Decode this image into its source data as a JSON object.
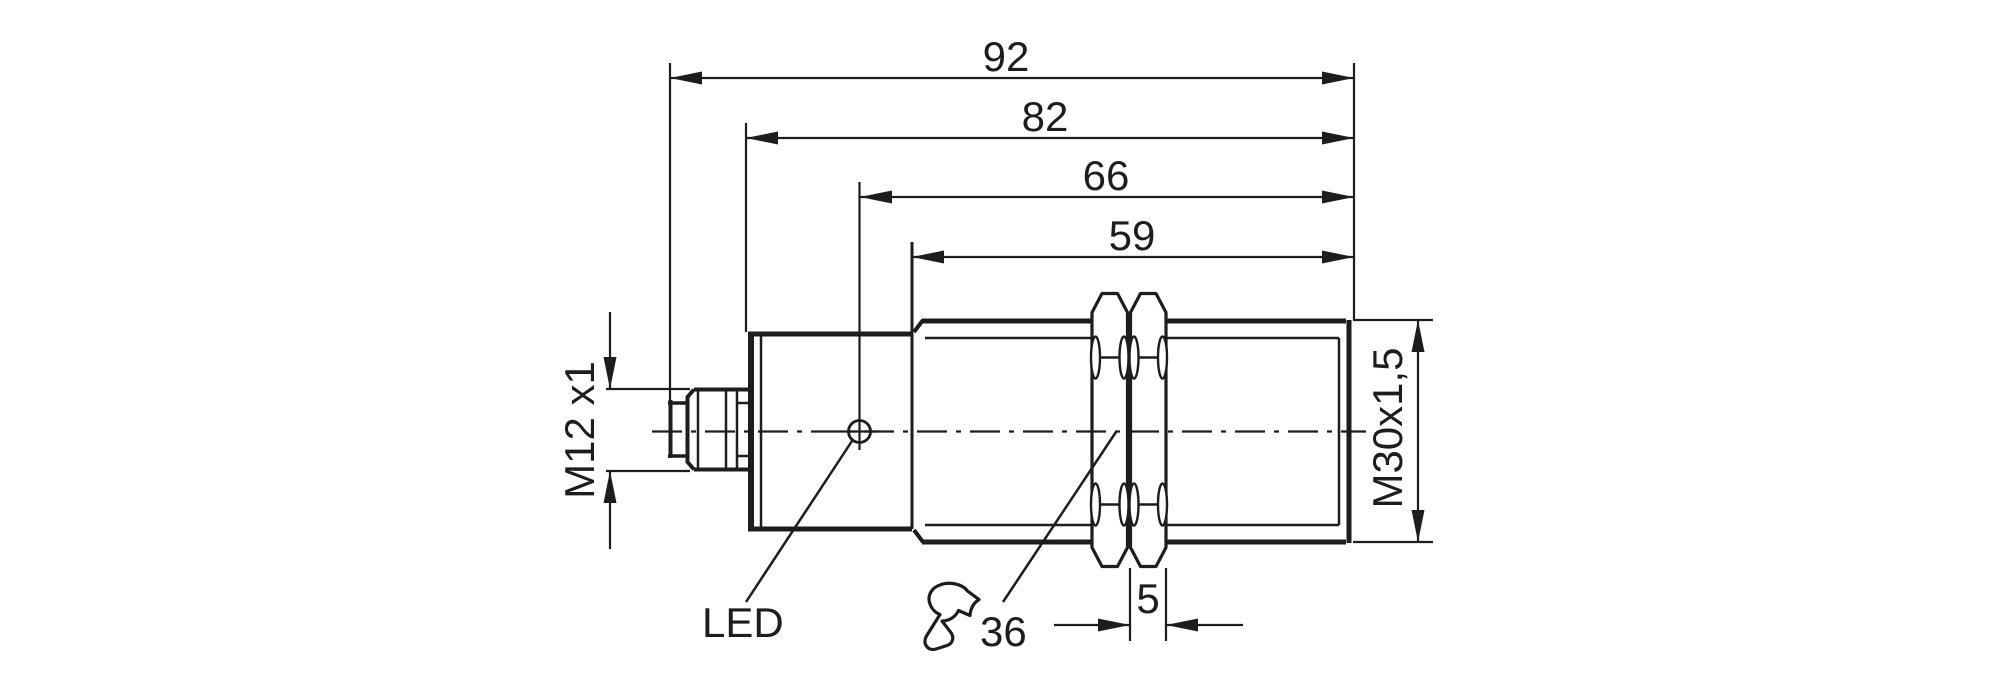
{
  "colors": {
    "line": "#1d1d1b",
    "background": "#ffffff"
  },
  "drawing": {
    "type": "sensor-dimensional-drawing",
    "labels": {
      "led": "LED"
    },
    "dimensions": {
      "overall_length": "92",
      "housing_length": "82",
      "led_position": "66",
      "thread_length": "59",
      "nut_thickness": "5",
      "wrench_size": "36",
      "connector_thread": "M12 x1",
      "mounting_thread": "M30x1,5"
    }
  }
}
